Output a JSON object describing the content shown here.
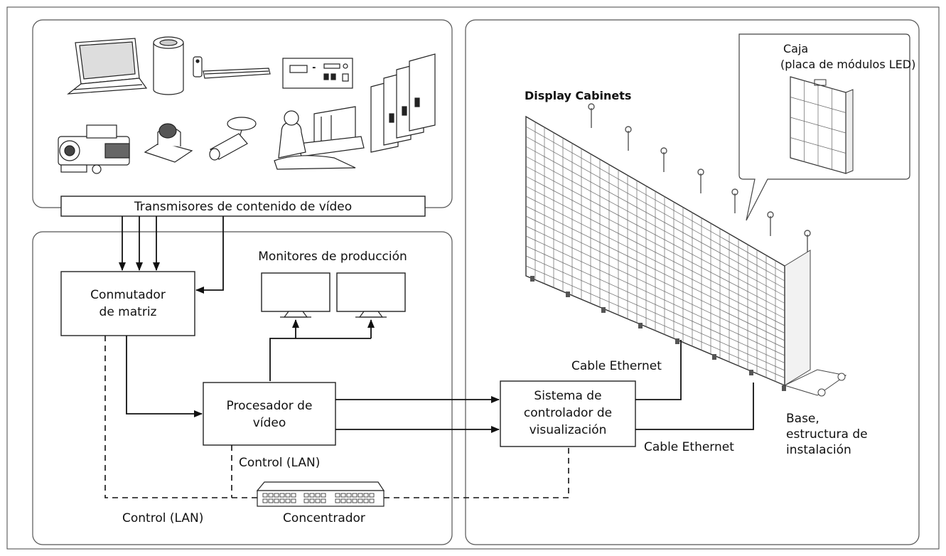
{
  "labels": {
    "video_sources": "Transmisores de contenido de vídeo",
    "production_monitors": "Monitores de producción",
    "matrix_switcher_line1": "Conmutador",
    "matrix_switcher_line2": "de matriz",
    "video_processor_line1": "Procesador de",
    "video_processor_line2": "vídeo",
    "display_controller_line1": "Sistema de",
    "display_controller_line2": "controlador de",
    "display_controller_line3": "visualización",
    "control_lan_upper": "Control (LAN)",
    "control_lan_lower": "Control (LAN)",
    "hub": "Concentrador",
    "display_cabinets": "Display Cabinets",
    "cabinet_callout_line1": "Caja",
    "cabinet_callout_line2": "(placa de módulos LED)",
    "ethernet_cable_upper": "Cable Ethernet",
    "ethernet_cable_lower": "Cable Ethernet",
    "base_line1": "Base,",
    "base_line2": "estructura de",
    "base_line3": "instalación"
  },
  "icons": [
    "laptop-icon",
    "computer-tower-icon",
    "media-player-icon",
    "recorder-device-icon",
    "server-rack-icon",
    "camcorder-icon",
    "ptz-camera-icon",
    "security-camera-icon",
    "operator-desk-icon",
    "monitor-icon",
    "network-hub-icon",
    "led-cabinet-icon"
  ],
  "colors": {
    "line": "#111111",
    "panel_border": "#555555",
    "background": "#ffffff"
  }
}
